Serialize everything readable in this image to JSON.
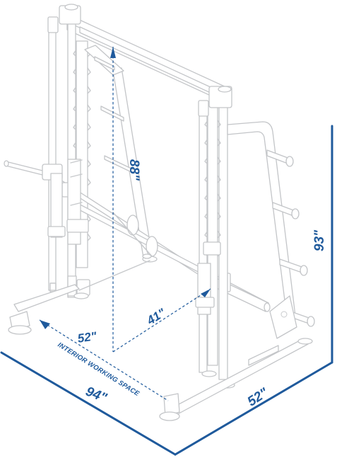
{
  "colors": {
    "dimension": "#1f5a9c",
    "frame": "#c7c9cc",
    "background": "#ffffff"
  },
  "dimensions": {
    "height_overall": "93\"",
    "depth_overall": "52\"",
    "width_overall": "94\"",
    "interior_height": "88\"",
    "interior_width": "41\"",
    "interior_depth": "52\"",
    "interior_caption": "INTERIOR WORKING SPACE"
  }
}
